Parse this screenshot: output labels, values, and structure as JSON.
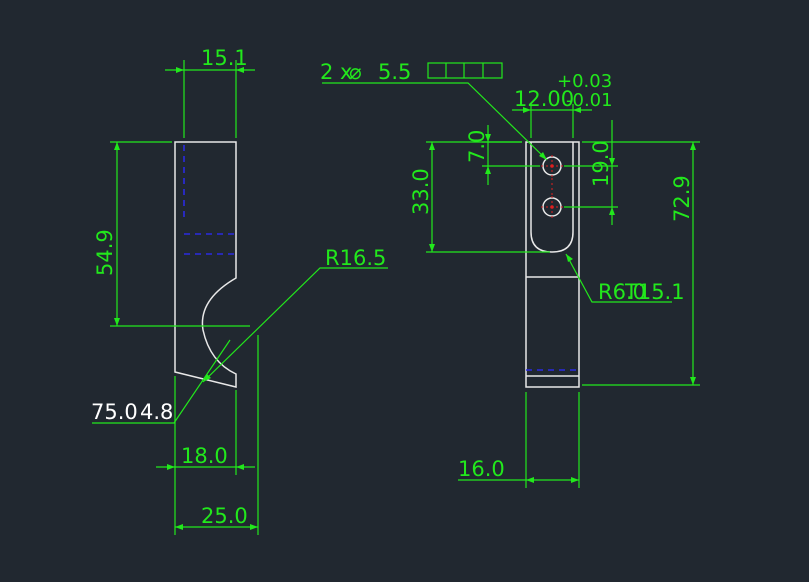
{
  "colors": {
    "background": "#212830",
    "dimension": "#22e81c",
    "outline": "#e8e8e8",
    "hidden_line": "#2a2ae0",
    "center_mark": "#e02020"
  },
  "left_view": {
    "dim_top_width": "15.1",
    "dim_height": "54.9",
    "dim_radius": "R16.5",
    "dim_angle_a": "75.0",
    "dim_angle_b": "4.8",
    "dim_bottom_width": "18.0",
    "dim_total_width": "25.0"
  },
  "right_view": {
    "hole_callout_count": "2 x",
    "hole_diameter_symbol": "⌀",
    "hole_diameter": "5.5",
    "tolerance_upper": "+0.03",
    "tolerance_lower": "-0.01",
    "dim_hole_spacing_horiz": "12.00",
    "dim_slot_offset": "7.0",
    "dim_slot_depth": "33.0",
    "dim_hole_pitch": "19.0",
    "dim_overall_height": "72.9",
    "dim_radius_a": "R6.0",
    "dim_radius_b": "T15.1",
    "dim_width": "16.0"
  }
}
